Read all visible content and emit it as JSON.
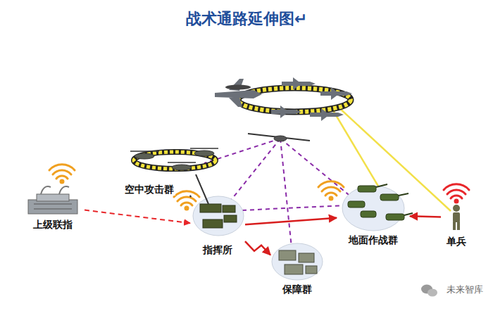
{
  "diagram": {
    "title": "战术通路延伸图↵",
    "nodes": [
      {
        "text": [
          "上级联指"
        ]
      },
      {
        "text": [
          "空中攻击群"
        ]
      },
      {
        "text": [
          "指挥所"
        ]
      },
      {
        "text": [
          "保障群"
        ]
      },
      {
        "text": [
          "地面作战群"
        ]
      },
      {
        "text": [
          "单兵"
        ]
      }
    ],
    "edges": [
      {
        "from": 0,
        "to": 2,
        "arrow": "to"
      },
      {
        "from": 1,
        "to": 2,
        "arrow": "none"
      },
      {
        "from": 2,
        "to": 3,
        "arrow": "to"
      },
      {
        "from": 2,
        "to": 4,
        "arrow": "to"
      },
      {
        "from": 5,
        "to": 4,
        "arrow": "to"
      }
    ],
    "labels": [
      "未来智库"
    ]
  }
}
